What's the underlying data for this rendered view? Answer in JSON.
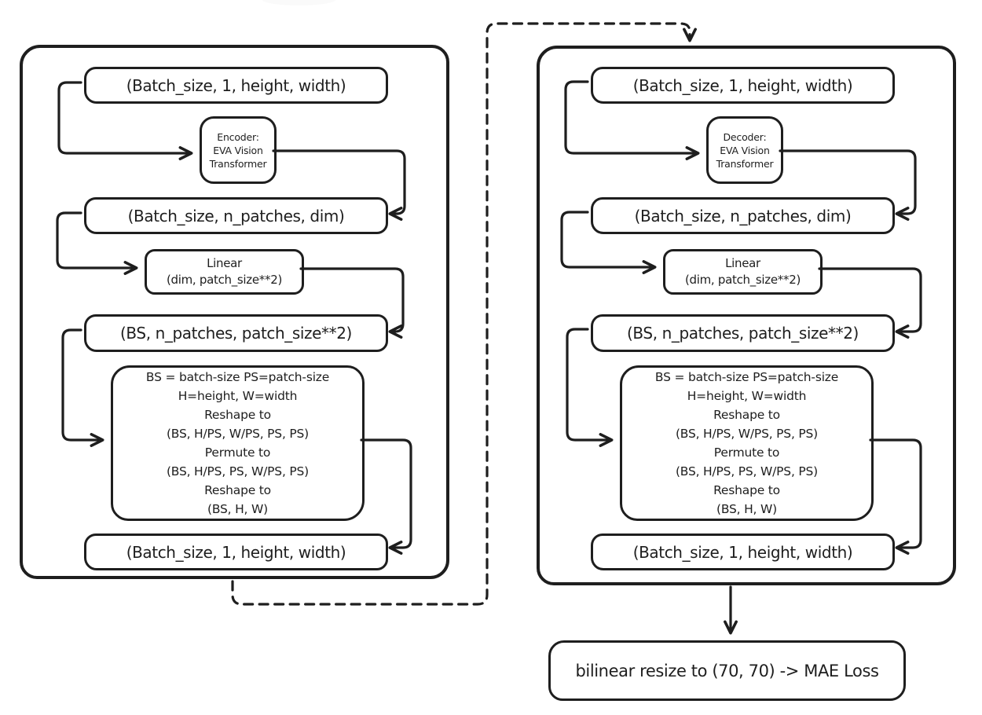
{
  "colors": {
    "ink": "#1e1e1e",
    "background": "#ffffff"
  },
  "encoder_panel": {
    "input_shape": "(Batch_size, 1, height, width)",
    "encoder_block": {
      "lines": [
        "Encoder:",
        "EVA Vision",
        "Transformer"
      ]
    },
    "tokens_shape": "(Batch_size, n_patches, dim)",
    "linear_block": {
      "lines": [
        "Linear",
        "(dim, patch_size**2)"
      ]
    },
    "patches_shape": "(BS, n_patches, patch_size**2)",
    "reshape_block": {
      "lines": [
        "BS = batch-size PS=patch-size",
        "H=height, W=width",
        "Reshape to",
        "(BS, H/PS, W/PS, PS, PS)",
        "Permute to",
        "(BS, H/PS, PS, W/PS, PS)",
        "Reshape to",
        "(BS, H, W)"
      ]
    },
    "output_shape": "(Batch_size, 1, height, width)"
  },
  "decoder_panel": {
    "input_shape": "(Batch_size, 1, height, width)",
    "decoder_block": {
      "lines": [
        "Decoder:",
        "EVA Vision",
        "Transformer"
      ]
    },
    "tokens_shape": "(Batch_size, n_patches, dim)",
    "linear_block": {
      "lines": [
        "Linear",
        "(dim, patch_size**2)"
      ]
    },
    "patches_shape": "(BS, n_patches, patch_size**2)",
    "reshape_block": {
      "lines": [
        "BS = batch-size PS=patch-size",
        "H=height, W=width",
        "Reshape to",
        "(BS, H/PS, W/PS, PS, PS)",
        "Permute to",
        "(BS, H/PS, PS, W/PS, PS)",
        "Reshape to",
        "(BS, H, W)"
      ]
    },
    "output_shape": "(Batch_size, 1, height, width)"
  },
  "loss_label": "bilinear resize to (70, 70) -> MAE Loss"
}
